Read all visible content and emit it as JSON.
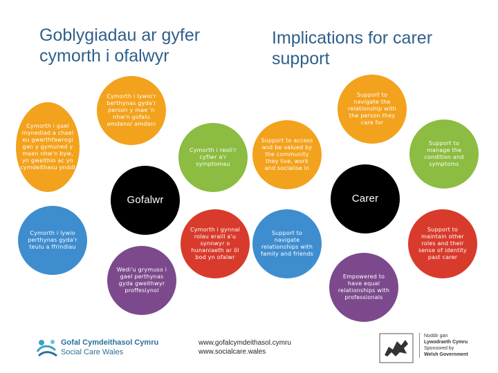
{
  "titles": {
    "welsh": "Goblygiadau ar gyfer cymorth i ofalwyr",
    "english": "Implications for carer support"
  },
  "colors": {
    "title": "#2f5f8a",
    "orange": "#f3a21d",
    "green": "#8cbc41",
    "red": "#d83b2b",
    "purple": "#7c4a8c",
    "blue": "#3e8ecf",
    "black": "#000000"
  },
  "welsh_diagram": {
    "hub": "Gofalwr",
    "nodes": [
      {
        "text": "Cymorth i gael mynediad a chael eu gwerthfawrogi gan y gymuned y maen nhw'n byw, yn gweithio ac yn cymdeithasu ynddi",
        "color": "orange"
      },
      {
        "text": "Cymorth i lywio'r berthynas gyda'r person y mae 'n nhw'n gofalu amdano/ amdani",
        "color": "orange"
      },
      {
        "text": "Cymorth i reoli'r cyflwr a'r symptomau",
        "color": "green"
      },
      {
        "text": "Cymorth i lywio perthynas gyda'r teulu a ffrindiau",
        "color": "blue"
      },
      {
        "text": "Wedi'u grymuso i gael perthynas gyda gweithwyr proffesiynol",
        "color": "purple"
      },
      {
        "text": "Cymorth i gynnal rolau eraill a'u synnwyr o hunaniaeth ar ôl bod yn ofalwr",
        "color": "red"
      }
    ]
  },
  "english_diagram": {
    "hub": "Carer",
    "nodes": [
      {
        "text": "Support to navigate the relationship with the person they care for",
        "color": "orange"
      },
      {
        "text": "Support to access and be valued by the community they live, work and socialise in",
        "color": "orange"
      },
      {
        "text": "Support to manage the condition and symptoms",
        "color": "green"
      },
      {
        "text": "Support to navigate relationships with family and friends",
        "color": "blue"
      },
      {
        "text": "Support to maintain other roles and their sense of identity past carer",
        "color": "red"
      },
      {
        "text": "Empowered to have equal relationships with professionals",
        "color": "purple"
      }
    ]
  },
  "footer": {
    "logo_cy": "Gofal Cymdeithasol Cymru",
    "logo_en": "Social Care Wales",
    "url_cy": "www.gofalcymdeithasol.cymru",
    "url_en": "www.socialcare.wales",
    "gov_logo_line1": "Noddir gan",
    "gov_logo_line2": "Lywodraeth Cymru",
    "gov_logo_line3": "Sponsored by",
    "gov_logo_line4": "Welsh Government"
  }
}
